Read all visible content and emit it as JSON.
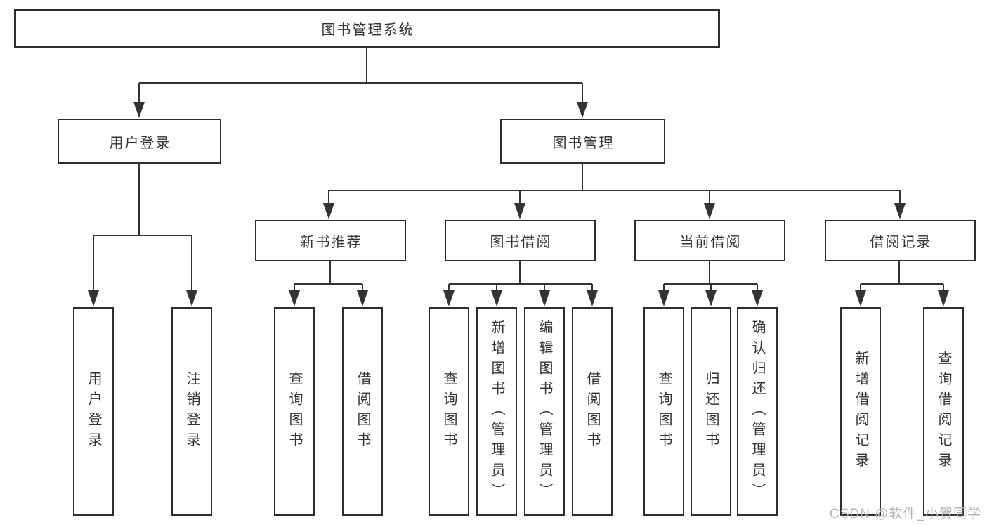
{
  "diagram_title": "图书管理系统",
  "tree": {
    "label": "图书管理系统",
    "children": [
      {
        "label": "用户登录",
        "children": [
          {
            "label": "用户登录"
          },
          {
            "label": "注销登录"
          }
        ]
      },
      {
        "label": "图书管理",
        "children": [
          {
            "label": "新书推荐",
            "children": [
              {
                "label": "查询图书"
              },
              {
                "label": "借阅图书"
              }
            ]
          },
          {
            "label": "图书借阅",
            "children": [
              {
                "label": "查询图书"
              },
              {
                "label": "新增图书（管理员）"
              },
              {
                "label": "编辑图书（管理员）"
              },
              {
                "label": "借阅图书"
              }
            ]
          },
          {
            "label": "当前借阅",
            "children": [
              {
                "label": "查询图书"
              },
              {
                "label": "归还图书"
              },
              {
                "label": "确认归还（管理员）"
              }
            ]
          },
          {
            "label": "借阅记录",
            "children": [
              {
                "label": "新增借阅记录"
              },
              {
                "label": "查询借阅记录"
              }
            ]
          }
        ]
      }
    ]
  },
  "watermark": {
    "text": "CSDN @软件_小贺同学"
  },
  "colors": {
    "line": "#333333",
    "box_border": "#2d2d2d",
    "box_fill": "#ffffff",
    "text": "#333333",
    "watermark": "#b5b5b5"
  }
}
